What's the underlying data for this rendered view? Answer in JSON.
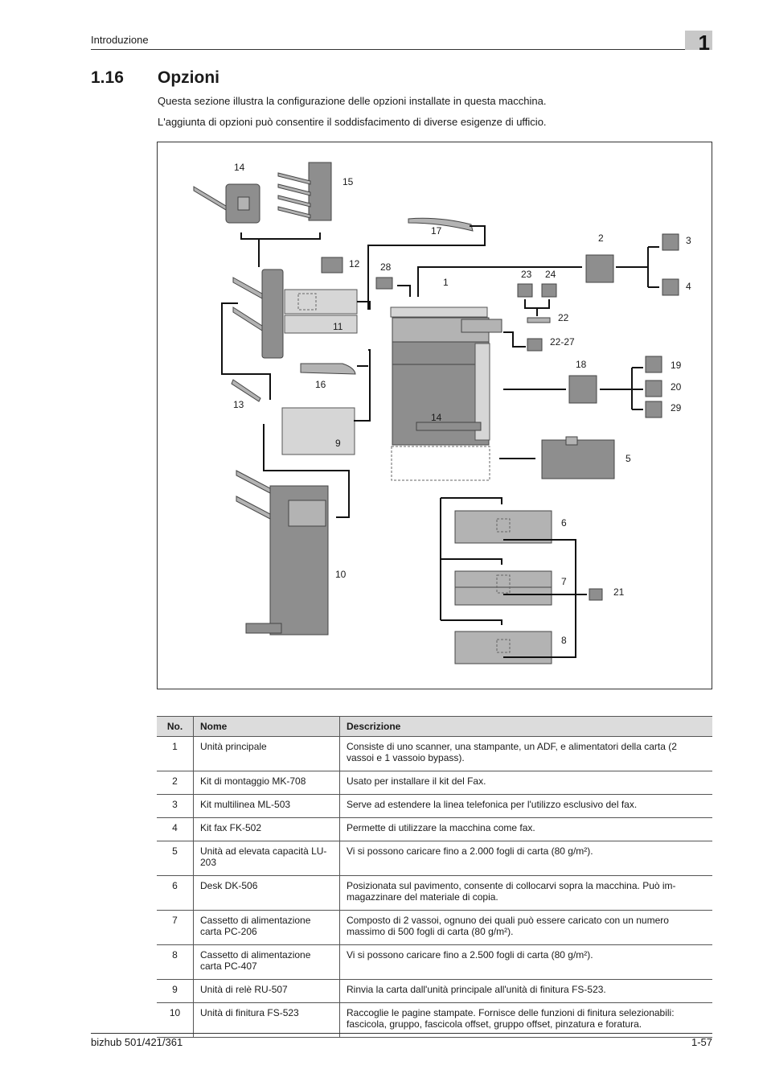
{
  "header": {
    "section": "Introduzione",
    "chapter": "1"
  },
  "section": {
    "number": "1.16",
    "title": "Opzioni",
    "paragraphs": [
      "Questa sezione illustra la configurazione delle opzioni installate in questa macchina.",
      "L'aggiunta di opzioni può consentire il soddisfacimento di diverse esigenze di ufficio."
    ]
  },
  "figure": {
    "callouts": [
      "14",
      "15",
      "17",
      "2",
      "3",
      "4",
      "12",
      "28",
      "1",
      "23",
      "24",
      "22",
      "22-27",
      "11",
      "16",
      "13",
      "18",
      "19",
      "20",
      "29",
      "14",
      "9",
      "5",
      "6",
      "7",
      "21",
      "8",
      "10"
    ]
  },
  "table": {
    "headers": [
      "No.",
      "Nome",
      "Descrizione"
    ],
    "rows": [
      {
        "no": "1",
        "name": "Unità principale",
        "desc": "Consiste di uno scanner, una stampante, un ADF, e alimentatori della carta (2 vassoi e 1 vassoio bypass)."
      },
      {
        "no": "2",
        "name": "Kit di montaggio MK-708",
        "desc": "Usato per installare il kit del Fax."
      },
      {
        "no": "3",
        "name": "Kit multilinea ML-503",
        "desc": "Serve ad estendere la linea telefonica per l'utilizzo esclusivo del fax."
      },
      {
        "no": "4",
        "name": "Kit fax FK-502",
        "desc": "Permette di utilizzare la macchina come fax."
      },
      {
        "no": "5",
        "name": "Unità ad elevata capacità LU-203",
        "desc": "Vi si possono caricare fino a 2.000 fogli di carta (80 g/m²)."
      },
      {
        "no": "6",
        "name": "Desk DK-506",
        "desc": "Posizionata sul pavimento, consente di collocarvi sopra la macchina. Può im- magazzinare del materiale di copia."
      },
      {
        "no": "7",
        "name": "Cassetto di alimentazione carta PC-206",
        "desc": "Composto di 2 vassoi, ognuno dei quali può essere caricato con un numero massimo di 500 fogli di carta (80 g/m²)."
      },
      {
        "no": "8",
        "name": "Cassetto di alimentazione carta PC-407",
        "desc": "Vi si possono caricare fino a 2.500 fogli di carta (80 g/m²)."
      },
      {
        "no": "9",
        "name": "Unità di relè RU-507",
        "desc": "Rinvia la carta dall'unità principale all'unità di finitura FS-523."
      },
      {
        "no": "10",
        "name": "Unità di finitura FS-523",
        "desc": "Raccoglie le pagine stampate. Fornisce delle funzioni di finitura selezionabili: fascicola, gruppo, fascicola offset, gruppo offset, pinzatura e foratura."
      }
    ]
  },
  "footer": {
    "model": "bizhub 501/421/361",
    "page": "1-57"
  }
}
